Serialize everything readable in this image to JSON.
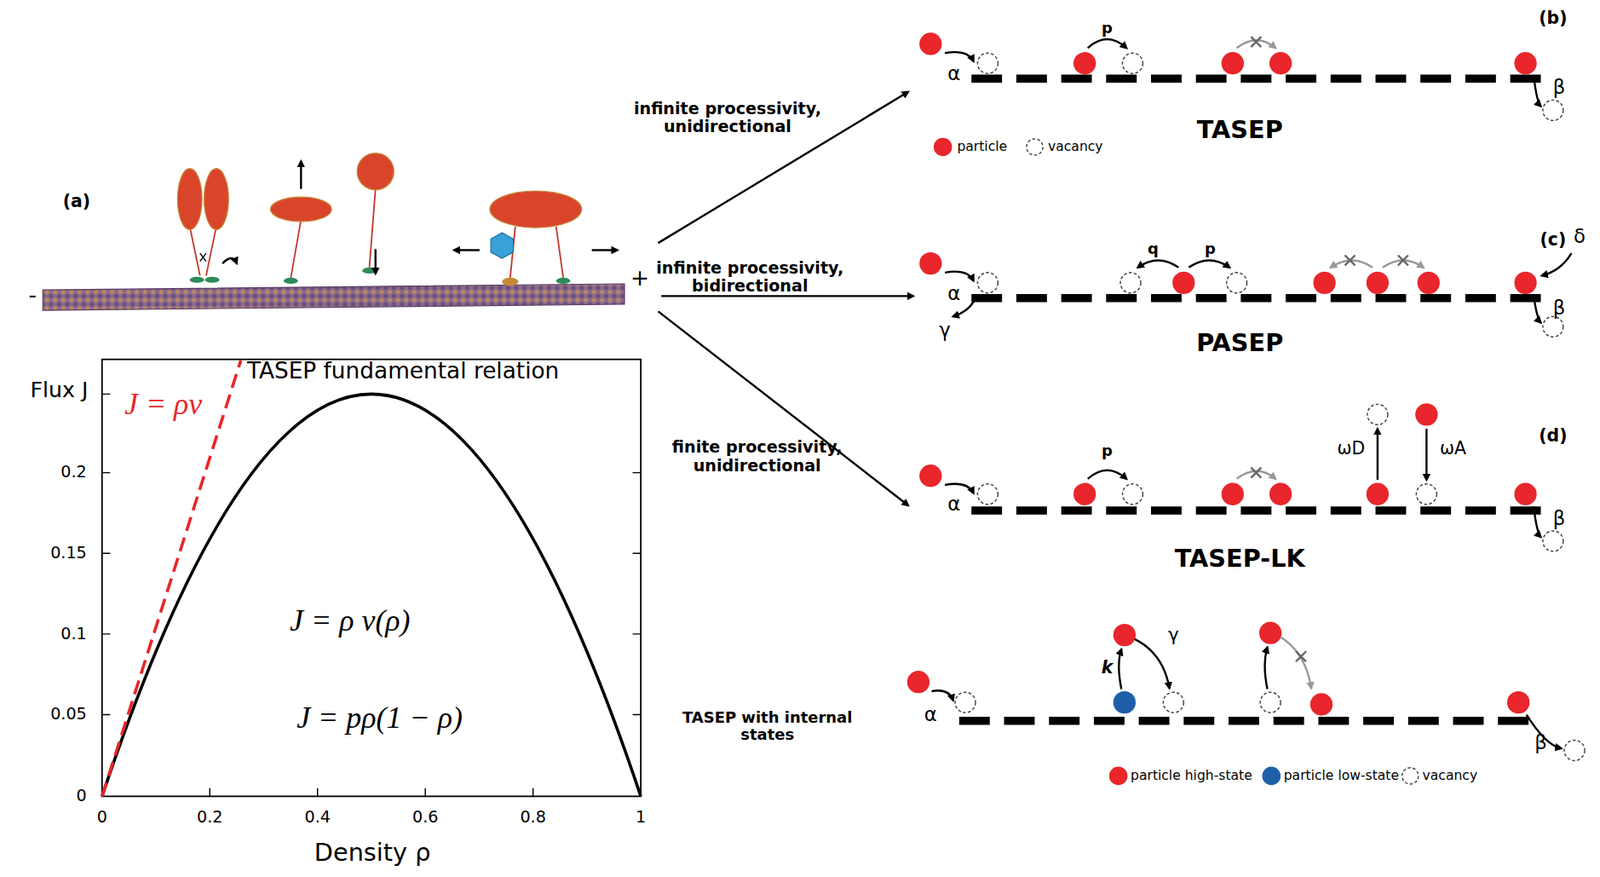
{
  "diagram": {
    "labels": [
      "(a)",
      "-",
      "+",
      "TASEP fundamental relation",
      "Flux J",
      "J = ρv",
      "J = ρ v(ρ)",
      "J = pρ(1 − ρ)",
      "Density ρ",
      "0",
      "0.05",
      "0.1",
      "0.15",
      "0.2",
      "0",
      "0.2",
      "0.4",
      "0.6",
      "0.8",
      "1",
      "infinite processivity, unidirectional",
      "infinite processivity, bidirectional",
      "finite processivity, unidirectional",
      "TASEP with internal states",
      "(b)",
      "α",
      "p",
      "β",
      "TASEP",
      "(c)",
      "α",
      "γ",
      "q",
      "p",
      "δ",
      "β",
      "PASEP",
      "(d)",
      "α",
      "p",
      "ωD",
      "ωA",
      "β",
      "TASEP-LK",
      "α",
      "k",
      "γ",
      "β"
    ],
    "legend": [
      {
        "text": "particle",
        "color": "#e8262b"
      },
      {
        "text": "vacancy"
      },
      {
        "text": "particle high-state",
        "color": "#e8262b"
      },
      {
        "text": "particle low-state",
        "color": "#1f5fa8"
      },
      {
        "text": "vacancy"
      }
    ]
  }
}
